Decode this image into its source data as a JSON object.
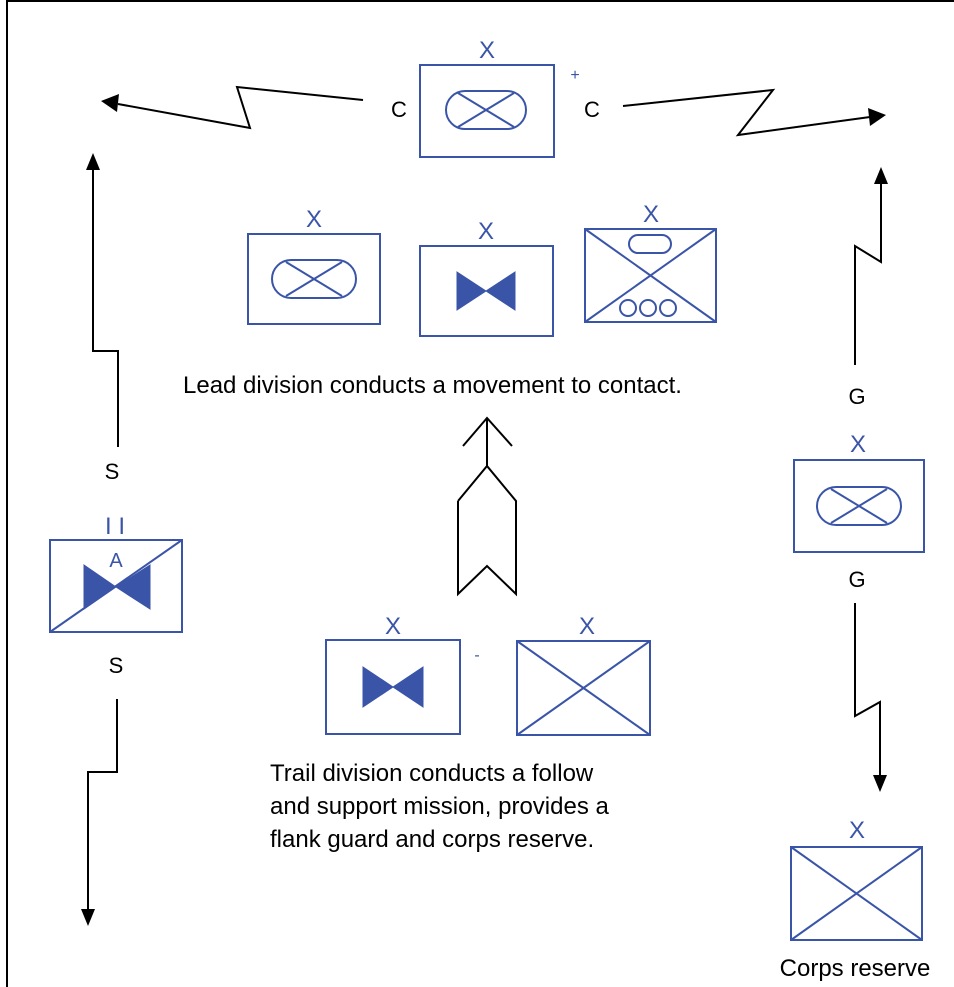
{
  "colors": {
    "symbol": "#3a55a8",
    "line": "#000000",
    "background": "#ffffff"
  },
  "echelon": {
    "brigade": "X",
    "battalion": "I I"
  },
  "reinforced_mark": "+",
  "reduced_mark": "-",
  "armor_mark": "A",
  "guard_labels": {
    "cover": "C",
    "screen": "S",
    "guard": "G"
  },
  "captions": {
    "lead": "Lead division conducts a movement to contact.",
    "trail_lines": [
      "Trail division conducts a follow",
      "and support mission, provides a",
      "flank guard and corps reserve."
    ],
    "corps_reserve": "Corps reserve"
  }
}
